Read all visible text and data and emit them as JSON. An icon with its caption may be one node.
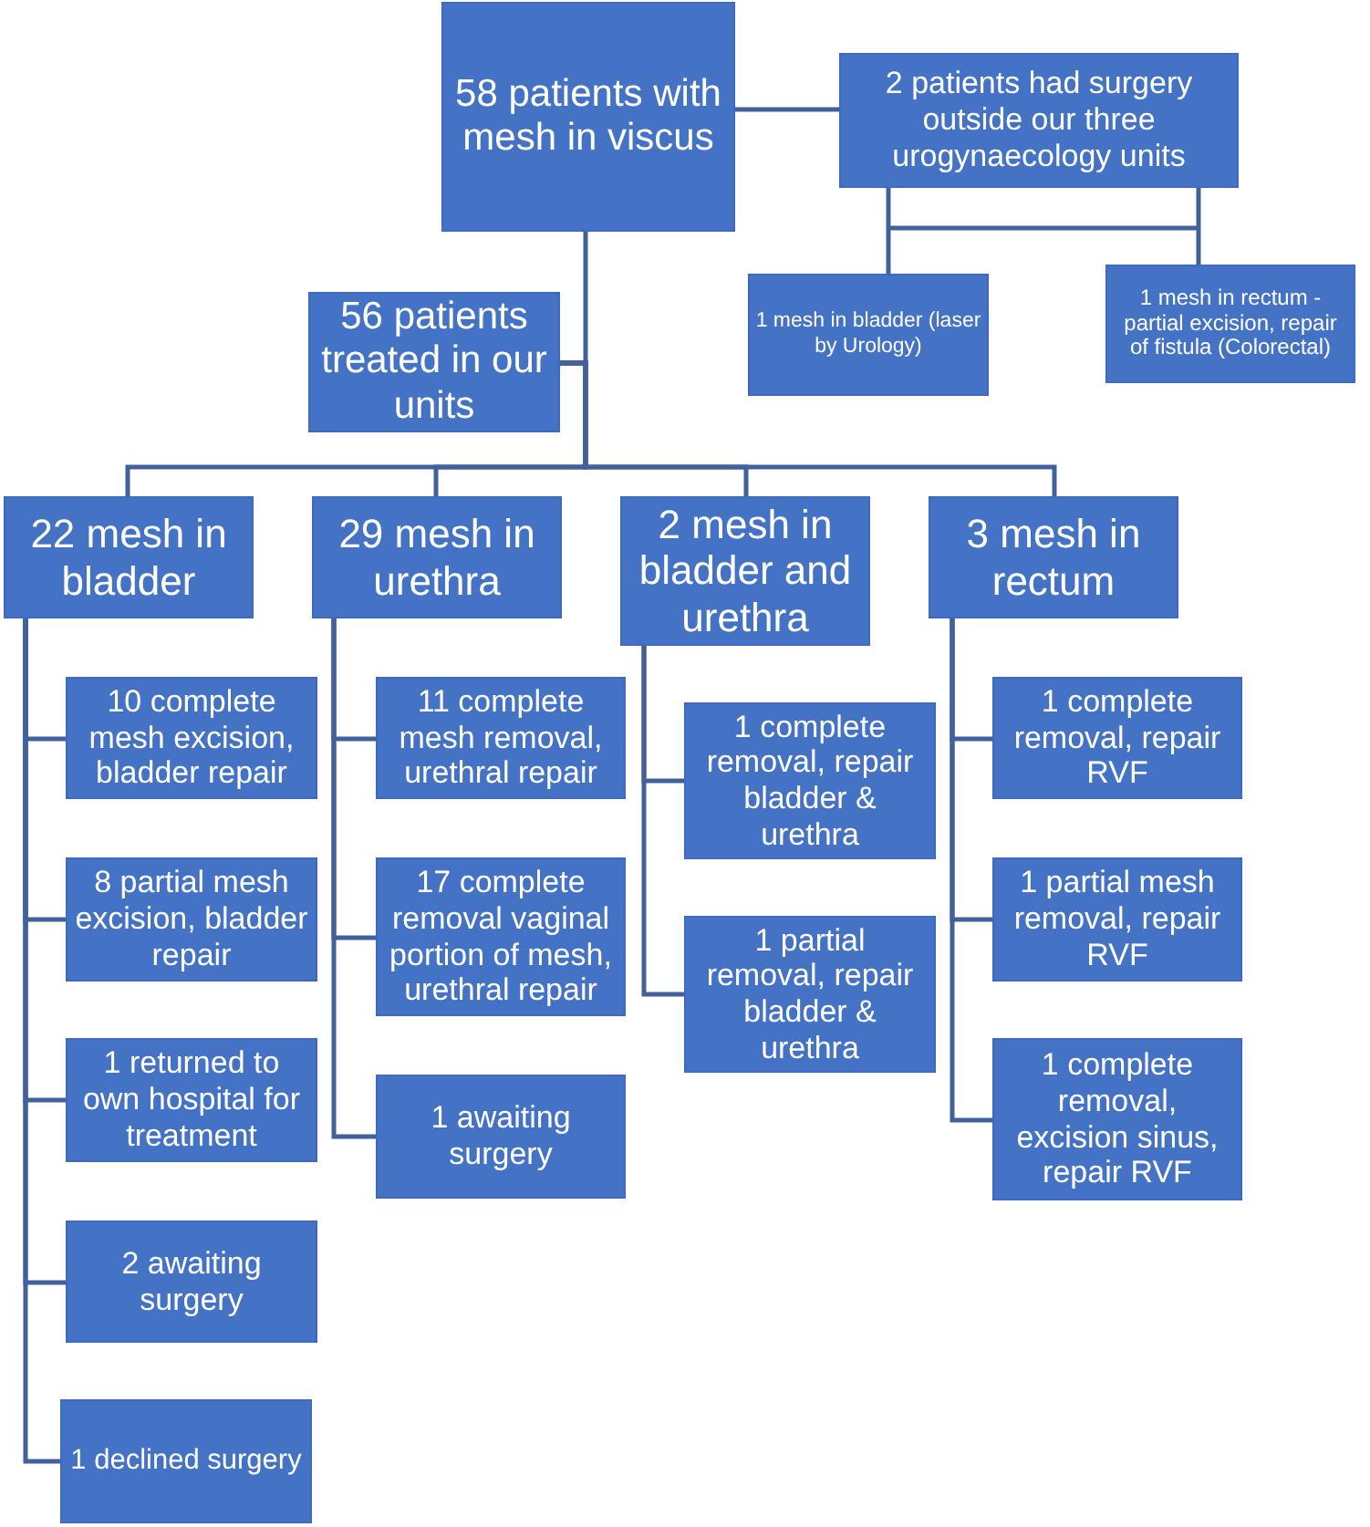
{
  "diagram": {
    "nodes": [
      {
        "text": [
          "58 patients with mesh in viscus"
        ]
      },
      {
        "text": [
          "2 patients had surgery outside our three urogynaecology units"
        ]
      },
      {
        "text": [
          "1 mesh in bladder (laser by Urology)"
        ]
      },
      {
        "text": [
          "1 mesh in rectum - partial excision, repair of fistula (Colorectal)"
        ]
      },
      {
        "text": [
          "56 patients treated in our units"
        ]
      },
      {
        "text": [
          "22 mesh in bladder"
        ]
      },
      {
        "text": [
          "29 mesh in urethra"
        ]
      },
      {
        "text": [
          "2 mesh in bladder and urethra"
        ]
      },
      {
        "text": [
          "3 mesh in rectum"
        ]
      },
      {
        "text": [
          "10 complete mesh excision, bladder repair"
        ]
      },
      {
        "text": [
          "8 partial mesh excision, bladder repair"
        ]
      },
      {
        "text": [
          "1 returned to own hospital for treatment"
        ]
      },
      {
        "text": [
          "2 awaiting surgery"
        ]
      },
      {
        "text": [
          "1 declined surgery"
        ]
      },
      {
        "text": [
          "11 complete mesh removal, urethral repair"
        ]
      },
      {
        "text": [
          "17 complete removal vaginal portion of mesh, urethral repair"
        ]
      },
      {
        "text": [
          "1 awaiting surgery"
        ]
      },
      {
        "text": [
          "1 complete removal, repair bladder & urethra"
        ]
      },
      {
        "text": [
          "1 partial removal, repair bladder & urethra"
        ]
      },
      {
        "text": [
          "1 complete removal, repair RVF"
        ]
      },
      {
        "text": [
          "1 partial mesh removal, repair RVF"
        ]
      },
      {
        "text": [
          "1 complete removal, excision sinus, repair RVF"
        ]
      }
    ],
    "edges": [
      {
        "from": 0,
        "to": 1,
        "arrow": "none"
      },
      {
        "from": 1,
        "to": 2,
        "arrow": "none"
      },
      {
        "from": 1,
        "to": 3,
        "arrow": "none"
      },
      {
        "from": 0,
        "to": 4,
        "arrow": "none"
      },
      {
        "from": 4,
        "to": 5,
        "arrow": "none"
      },
      {
        "from": 4,
        "to": 6,
        "arrow": "none"
      },
      {
        "from": 4,
        "to": 7,
        "arrow": "none"
      },
      {
        "from": 4,
        "to": 8,
        "arrow": "none"
      },
      {
        "from": 5,
        "to": 9,
        "arrow": "none"
      },
      {
        "from": 5,
        "to": 10,
        "arrow": "none"
      },
      {
        "from": 5,
        "to": 11,
        "arrow": "none"
      },
      {
        "from": 5,
        "to": 12,
        "arrow": "none"
      },
      {
        "from": 5,
        "to": 13,
        "arrow": "none"
      },
      {
        "from": 6,
        "to": 14,
        "arrow": "none"
      },
      {
        "from": 6,
        "to": 15,
        "arrow": "none"
      },
      {
        "from": 6,
        "to": 16,
        "arrow": "none"
      },
      {
        "from": 7,
        "to": 17,
        "arrow": "none"
      },
      {
        "from": 7,
        "to": 18,
        "arrow": "none"
      },
      {
        "from": 8,
        "to": 19,
        "arrow": "none"
      },
      {
        "from": 8,
        "to": 20,
        "arrow": "none"
      },
      {
        "from": 8,
        "to": 21,
        "arrow": "none"
      }
    ]
  }
}
